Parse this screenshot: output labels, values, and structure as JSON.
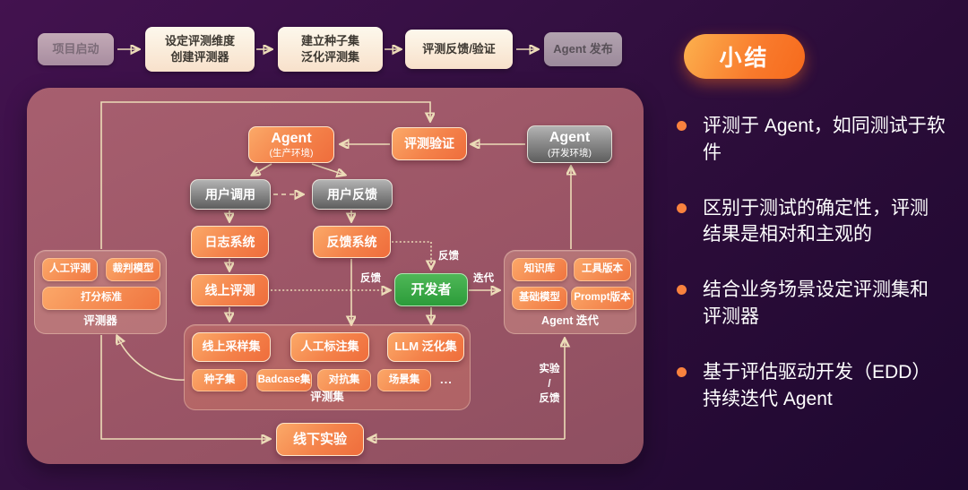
{
  "colors": {
    "background_purple": "#2a0c38",
    "panel_mauve": "#9b5566",
    "accent_orange": "#f4702c",
    "badge_orange": "#f97a2c",
    "developer_green": "#3aa845",
    "wire_cream": "#ecdcb8",
    "gray_node": "#8b8b8b"
  },
  "top_flow": {
    "steps": [
      {
        "label": "项目启动"
      },
      {
        "label": "设定评测维度\n创建评测器"
      },
      {
        "label": "建立种子集\n泛化评测集"
      },
      {
        "label": "评测反馈/验证"
      },
      {
        "label": "Agent 发布"
      }
    ]
  },
  "summary": {
    "badge": "小结",
    "bullets": [
      "评测于 Agent，如同测试于软件",
      "区别于测试的确定性，评测结果是相对和主观的",
      "结合业务场景设定评测集和评测器",
      "基于评估驱动开发（EDD）持续迭代 Agent"
    ]
  },
  "diagram": {
    "agent_prod": {
      "title": "Agent",
      "subtitle": "(生产环境)"
    },
    "eval_verify": "评测验证",
    "agent_dev": {
      "title": "Agent",
      "subtitle": "(开发环境)"
    },
    "user_call": "用户调用",
    "user_feedback": "用户反馈",
    "log_system": "日志系统",
    "feedback_system": "反馈系统",
    "online_eval": "线上评测",
    "developer": "开发者",
    "offline_experiment": "线下实验",
    "evaluator_group": {
      "label": "评测器",
      "items": [
        "人工评测",
        "裁判模型",
        "打分标准"
      ]
    },
    "agent_iter_group": {
      "label": "Agent 迭代",
      "items": [
        "知识库",
        "工具版本",
        "基础模型",
        "Prompt版本"
      ]
    },
    "eval_set_group": {
      "label": "评测集",
      "primary": [
        "线上采样集",
        "人工标注集",
        "LLM 泛化集"
      ],
      "secondary": [
        "种子集",
        "Badcase集",
        "对抗集",
        "场景集",
        "..."
      ]
    },
    "edge_labels": {
      "feedback_top": "反馈",
      "feedback_mid": "反馈",
      "iterate": "迭代",
      "experiment_feedback": "实验\n/\n反馈"
    }
  }
}
